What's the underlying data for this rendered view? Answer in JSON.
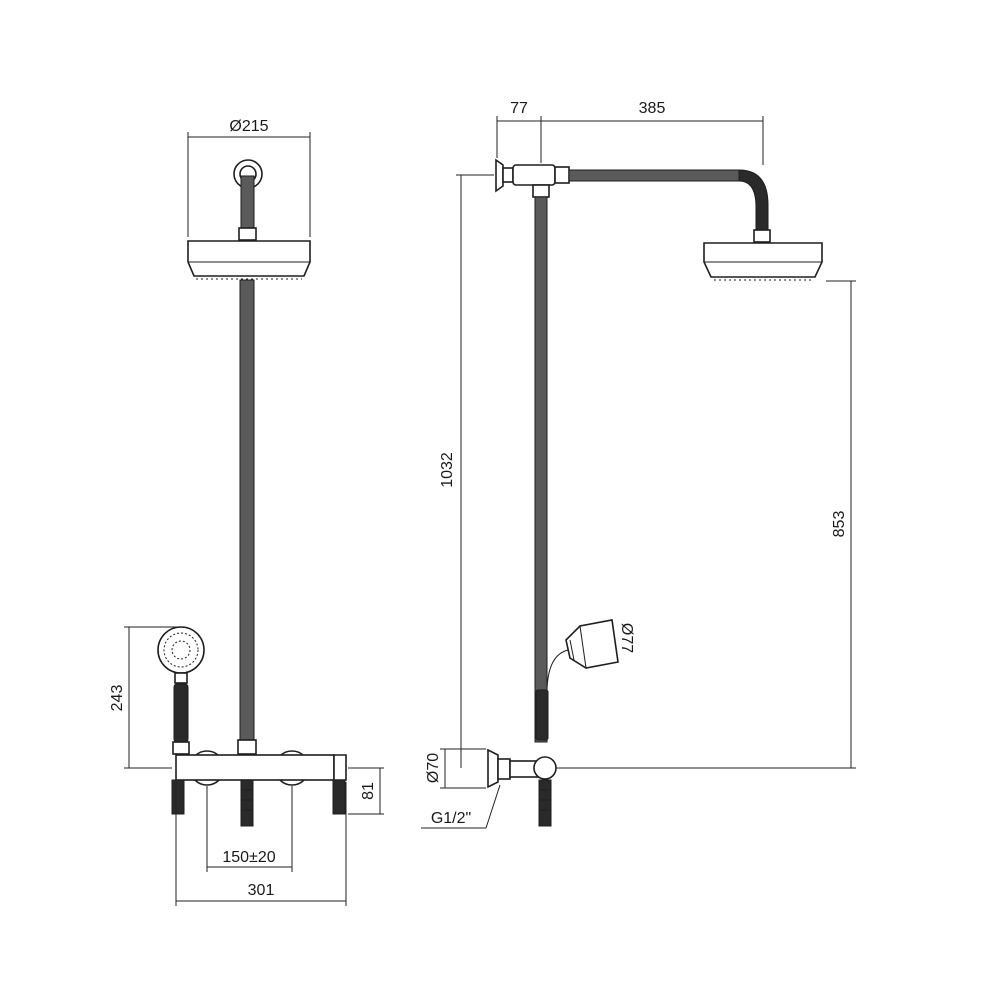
{
  "dimensions": {
    "head_diameter": "Ø215",
    "hand_height": "243",
    "centers": "150±20",
    "mixer_width": "301",
    "mixer_depth": "81",
    "arm_offset": "77",
    "arm_length": "385",
    "total_height": "1032",
    "head_height": "853",
    "hand_diameter": "Ø77",
    "flange_diameter": "Ø70",
    "thread": "G1/2\""
  }
}
